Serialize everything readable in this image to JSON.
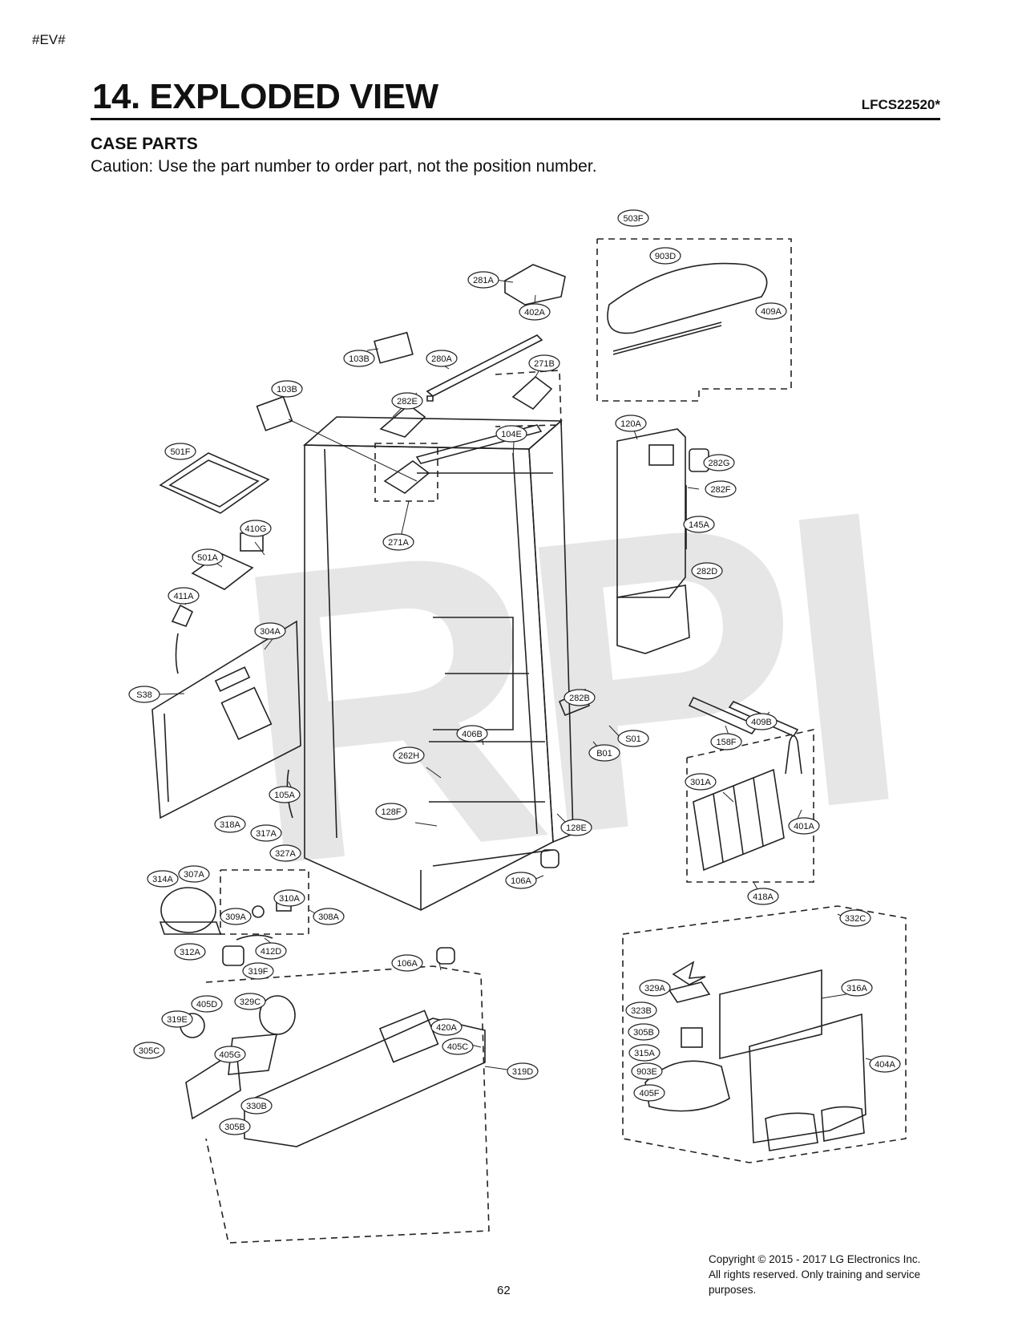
{
  "header": {
    "tag": "#EV#",
    "title": "14. EXPLODED VIEW",
    "model": "LFCS22520*"
  },
  "section": {
    "name": "CASE PARTS",
    "caution": "Caution: Use the part number to order part, not the position number."
  },
  "watermark": "RPI",
  "footer": {
    "page": "62",
    "copyright_1": "Copyright © 2015 - 2017 LG Electronics Inc.",
    "copyright_2": "All rights reserved. Only training and service",
    "copyright_3": "purposes."
  },
  "callouts": [
    "503F",
    "903D",
    "409A",
    "281A",
    "402A",
    "103B",
    "280A",
    "271B",
    "103B",
    "282E",
    "104E",
    "120A",
    "282G",
    "282F",
    "501F",
    "145A",
    "410G",
    "271A",
    "282D",
    "501A",
    "411A",
    "304A",
    "282B",
    "S38",
    "409B",
    "406B",
    "S01",
    "158F",
    "B01",
    "262H",
    "105A",
    "301A",
    "401A",
    "128F",
    "128E",
    "318A",
    "317A",
    "327A",
    "314A",
    "307A",
    "106A",
    "310A",
    "308A",
    "418A",
    "309A",
    "332C",
    "312A",
    "412D",
    "106A",
    "319F",
    "329A",
    "316A",
    "405D",
    "329C",
    "323B",
    "319E",
    "420A",
    "305B",
    "405C",
    "305C",
    "405G",
    "319D",
    "315A",
    "404A",
    "903E",
    "405F",
    "330B",
    "305B",
    "305C"
  ]
}
